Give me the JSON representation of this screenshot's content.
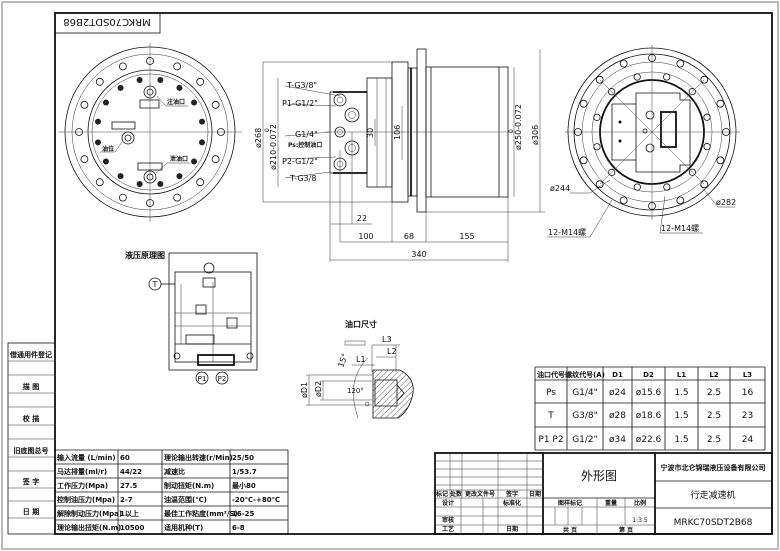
{
  "drawing_code": "MRKC70SDT2B68",
  "binding_column": [
    "借通用件登记",
    "描 图",
    "校 描",
    "旧底图总号",
    "签 字",
    "日 期"
  ],
  "left_view": {
    "fill_port": "注油口",
    "level_port": "油位",
    "drain_port": "泄油口"
  },
  "side_view": {
    "ports": [
      "T-G3/8\"",
      "P1-G1/2\"",
      "G1/4\"",
      "Ps:控制油口",
      "P2-G1/2\"",
      "T-G3/8"
    ],
    "dia_268": "ø268",
    "dia_210": "ø210-0.072",
    "tol_zero": "0",
    "dim_30": "30",
    "dim_106": "106",
    "dia_250": "ø250-0.072",
    "dia_306": "ø306",
    "dim_22": "22",
    "dim_100": "100",
    "dim_68": "68",
    "dim_155": "155",
    "dim_340": "340"
  },
  "right_view": {
    "dia_244": "ø244",
    "dia_282": "ø282",
    "bolt_a": "12-M14螺",
    "bolt_b": "12-M14螺"
  },
  "hydraulic": {
    "title": "液压原理图",
    "t_port": "T",
    "p1_port": "P1",
    "p2_port": "P2"
  },
  "port_detail": {
    "title": "油口尺寸",
    "l1": "L1",
    "l2": "L2",
    "l3": "L3",
    "angle15": "15°",
    "angle120": "120°",
    "d1": "øD1",
    "d2": "øD2"
  },
  "port_table": {
    "headers": [
      "油口代号",
      "螺纹代号(A)",
      "D1",
      "D2",
      "L1",
      "L2",
      "L3"
    ],
    "rows": [
      [
        "Ps",
        "G1/4\"",
        "ø24",
        "ø15.6",
        "1.5",
        "2.5",
        "16"
      ],
      [
        "T",
        "G3/8\"",
        "ø28",
        "ø18.6",
        "1.5",
        "2.5",
        "23"
      ],
      [
        "P1 P2",
        "G1/2\"",
        "ø34",
        "ø22.6",
        "1.5",
        "2.5",
        "24"
      ]
    ]
  },
  "spec_table": [
    [
      "输入流量 (L/min)",
      "60",
      "理论输出转速(r/Min)",
      "25/50"
    ],
    [
      "马达排量(ml/r)",
      "44/22",
      "减速比",
      "1/53.7"
    ],
    [
      "工作压力(Mpa)",
      "27.5",
      "制动扭矩(N.m)",
      "最小80"
    ],
    [
      "控制油压力(Mpa)",
      "2-7",
      "油温范围(℃)",
      "-20℃-+80℃"
    ],
    [
      "解除制动压力(Mpa)",
      "1以上",
      "最佳工作粘度(mm²/S)",
      "16-25"
    ],
    [
      "理论输出扭矩(N.m)",
      "10500",
      "适用机种(T)",
      "6-8"
    ]
  ],
  "title_block": {
    "drawing_name": "外形图",
    "company": "宁波市北仑锦瑞液压设备有限公司",
    "product": "行走减速机",
    "model": "MRKC70SDT2B68",
    "mark": "标记",
    "count": "处数",
    "change_doc": "更改文件号",
    "sign": "签字",
    "date": "日期",
    "design": "设计",
    "standard": "标准化",
    "review": "审核",
    "process": "工艺",
    "date2": "日期",
    "pattern_mark": "图样标记",
    "weight": "重量",
    "scale_label": "比例",
    "scale": "1:3.5",
    "total_pages": "共 页",
    "page": "第 页"
  }
}
